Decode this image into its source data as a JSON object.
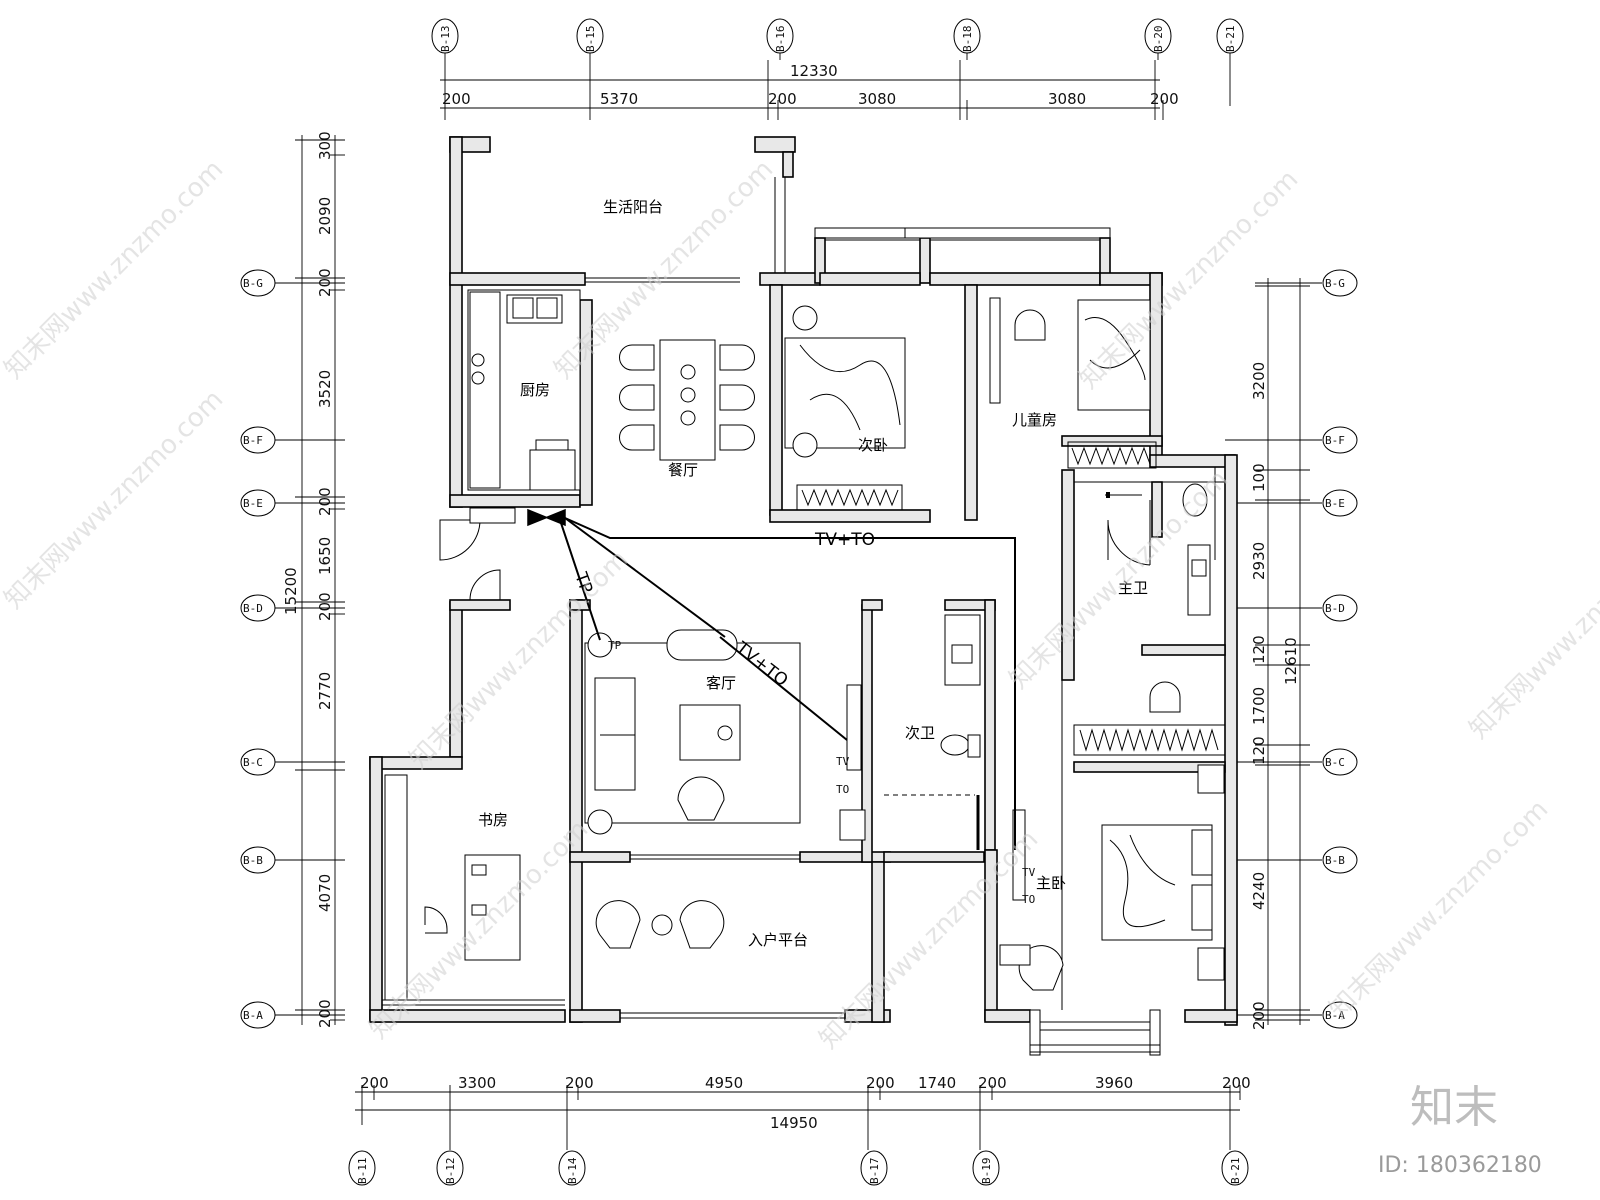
{
  "grid_axes": {
    "top": [
      "B-13",
      "B-15",
      "B-16",
      "B-18",
      "B-20",
      "B-21"
    ],
    "bottom": [
      "B-11",
      "B-12",
      "B-14",
      "B-17",
      "B-19",
      "B-21"
    ],
    "left": [
      "B-G",
      "B-F",
      "B-E",
      "B-D",
      "B-C",
      "B-B",
      "B-A"
    ],
    "right": [
      "B-G",
      "B-F",
      "B-E",
      "B-D",
      "B-C",
      "B-B",
      "B-A"
    ]
  },
  "dimensions": {
    "top_total": "12330",
    "top_segments": [
      "200",
      "5370",
      "200",
      "3080",
      "3080",
      "200"
    ],
    "bottom_total": "14950",
    "bottom_segments": [
      "200",
      "3300",
      "200",
      "4950",
      "200",
      "1740",
      "200",
      "3960",
      "200"
    ],
    "left_total": "15200",
    "left_segments": [
      "300",
      "2090",
      "200",
      "3520",
      "200",
      "1650",
      "200",
      "2770",
      "4070",
      "200"
    ],
    "right_total": "12610",
    "right_segments": [
      "3200",
      "100",
      "2930",
      "120",
      "1700",
      "120",
      "4240",
      "200"
    ]
  },
  "rooms": {
    "balcony": "生活阳台",
    "kitchen": "厨房",
    "dining": "餐厅",
    "second_bedroom": "次卧",
    "kids_room": "儿童房",
    "master_bath": "主卫",
    "living_room": "客厅",
    "second_bath": "次卫",
    "study": "书房",
    "entry_platform": "入户平台",
    "master_bedroom": "主卧"
  },
  "cable_labels": {
    "main": "TV+TO",
    "short_tp": "TP",
    "living": "TV+TO",
    "tv": "TV",
    "to": "TO",
    "tv_master": "TV",
    "to_master": "TO",
    "socket_tp": "TP"
  },
  "watermark": "知末网www.znzmo.com",
  "brand": {
    "name": "知末",
    "id": "ID: 180362180"
  }
}
